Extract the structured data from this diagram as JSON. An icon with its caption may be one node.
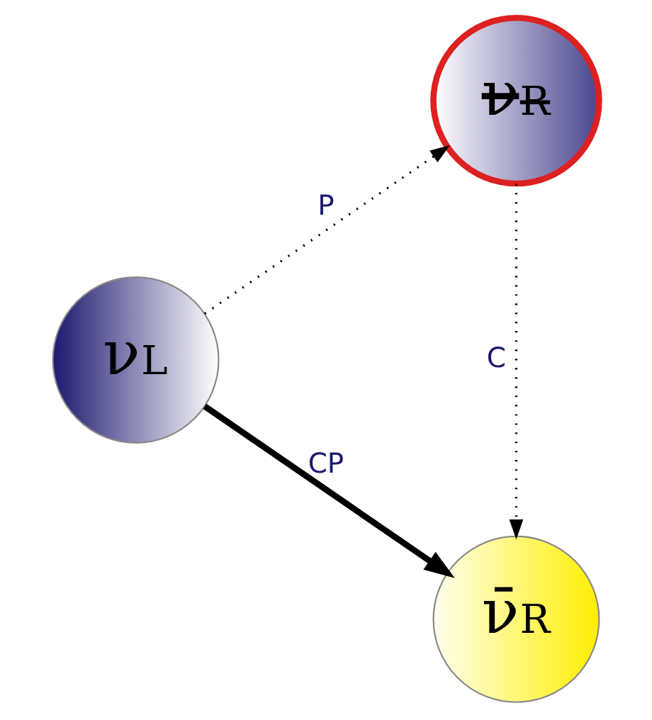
{
  "diagram": {
    "nodes": [
      {
        "text": [
          "ν$_{L}$"
        ]
      },
      {
        "text": [
          "ν$_{R}$"
        ]
      },
      {
        "text": [
          "ν̄$_{R}$"
        ]
      }
    ],
    "edges": [
      {
        "from": 0,
        "to": 1,
        "arrow": "to",
        "label": "P",
        "style": "dashed"
      },
      {
        "from": 1,
        "to": 2,
        "arrow": "to",
        "label": "C",
        "style": "dashed"
      },
      {
        "from": 0,
        "to": 2,
        "arrow": "to",
        "label": "CP",
        "style": "thick"
      }
    ]
  }
}
